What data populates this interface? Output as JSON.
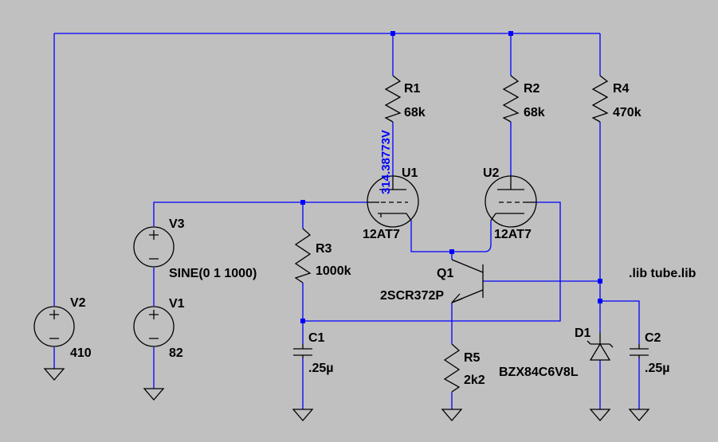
{
  "components": {
    "R1": {
      "ref": "R1",
      "value": "68k"
    },
    "R2": {
      "ref": "R2",
      "value": "68k"
    },
    "R3": {
      "ref": "R3",
      "value": "1000k"
    },
    "R4": {
      "ref": "R4",
      "value": "470k"
    },
    "R5": {
      "ref": "R5",
      "value": "2k2"
    },
    "U1": {
      "ref": "U1",
      "value": "12AT7"
    },
    "U2": {
      "ref": "U2",
      "value": "12AT7"
    },
    "Q1": {
      "ref": "Q1",
      "value": "2SCR372P"
    },
    "V1": {
      "ref": "V1",
      "value": "82"
    },
    "V2": {
      "ref": "V2",
      "value": "410"
    },
    "V3": {
      "ref": "V3",
      "value": "SINE(0 1 1000)"
    },
    "C1": {
      "ref": "C1",
      "value": ".25µ"
    },
    "C2": {
      "ref": "C2",
      "value": ".25µ"
    },
    "D1": {
      "ref": "D1",
      "value": "BZX84C6V8L"
    }
  },
  "directive": ".lib tube.lib",
  "probe_voltage": "314.38773V",
  "colors": {
    "background": "#c0c0c0",
    "wire": "#0000ff",
    "symbol": "#000000"
  }
}
